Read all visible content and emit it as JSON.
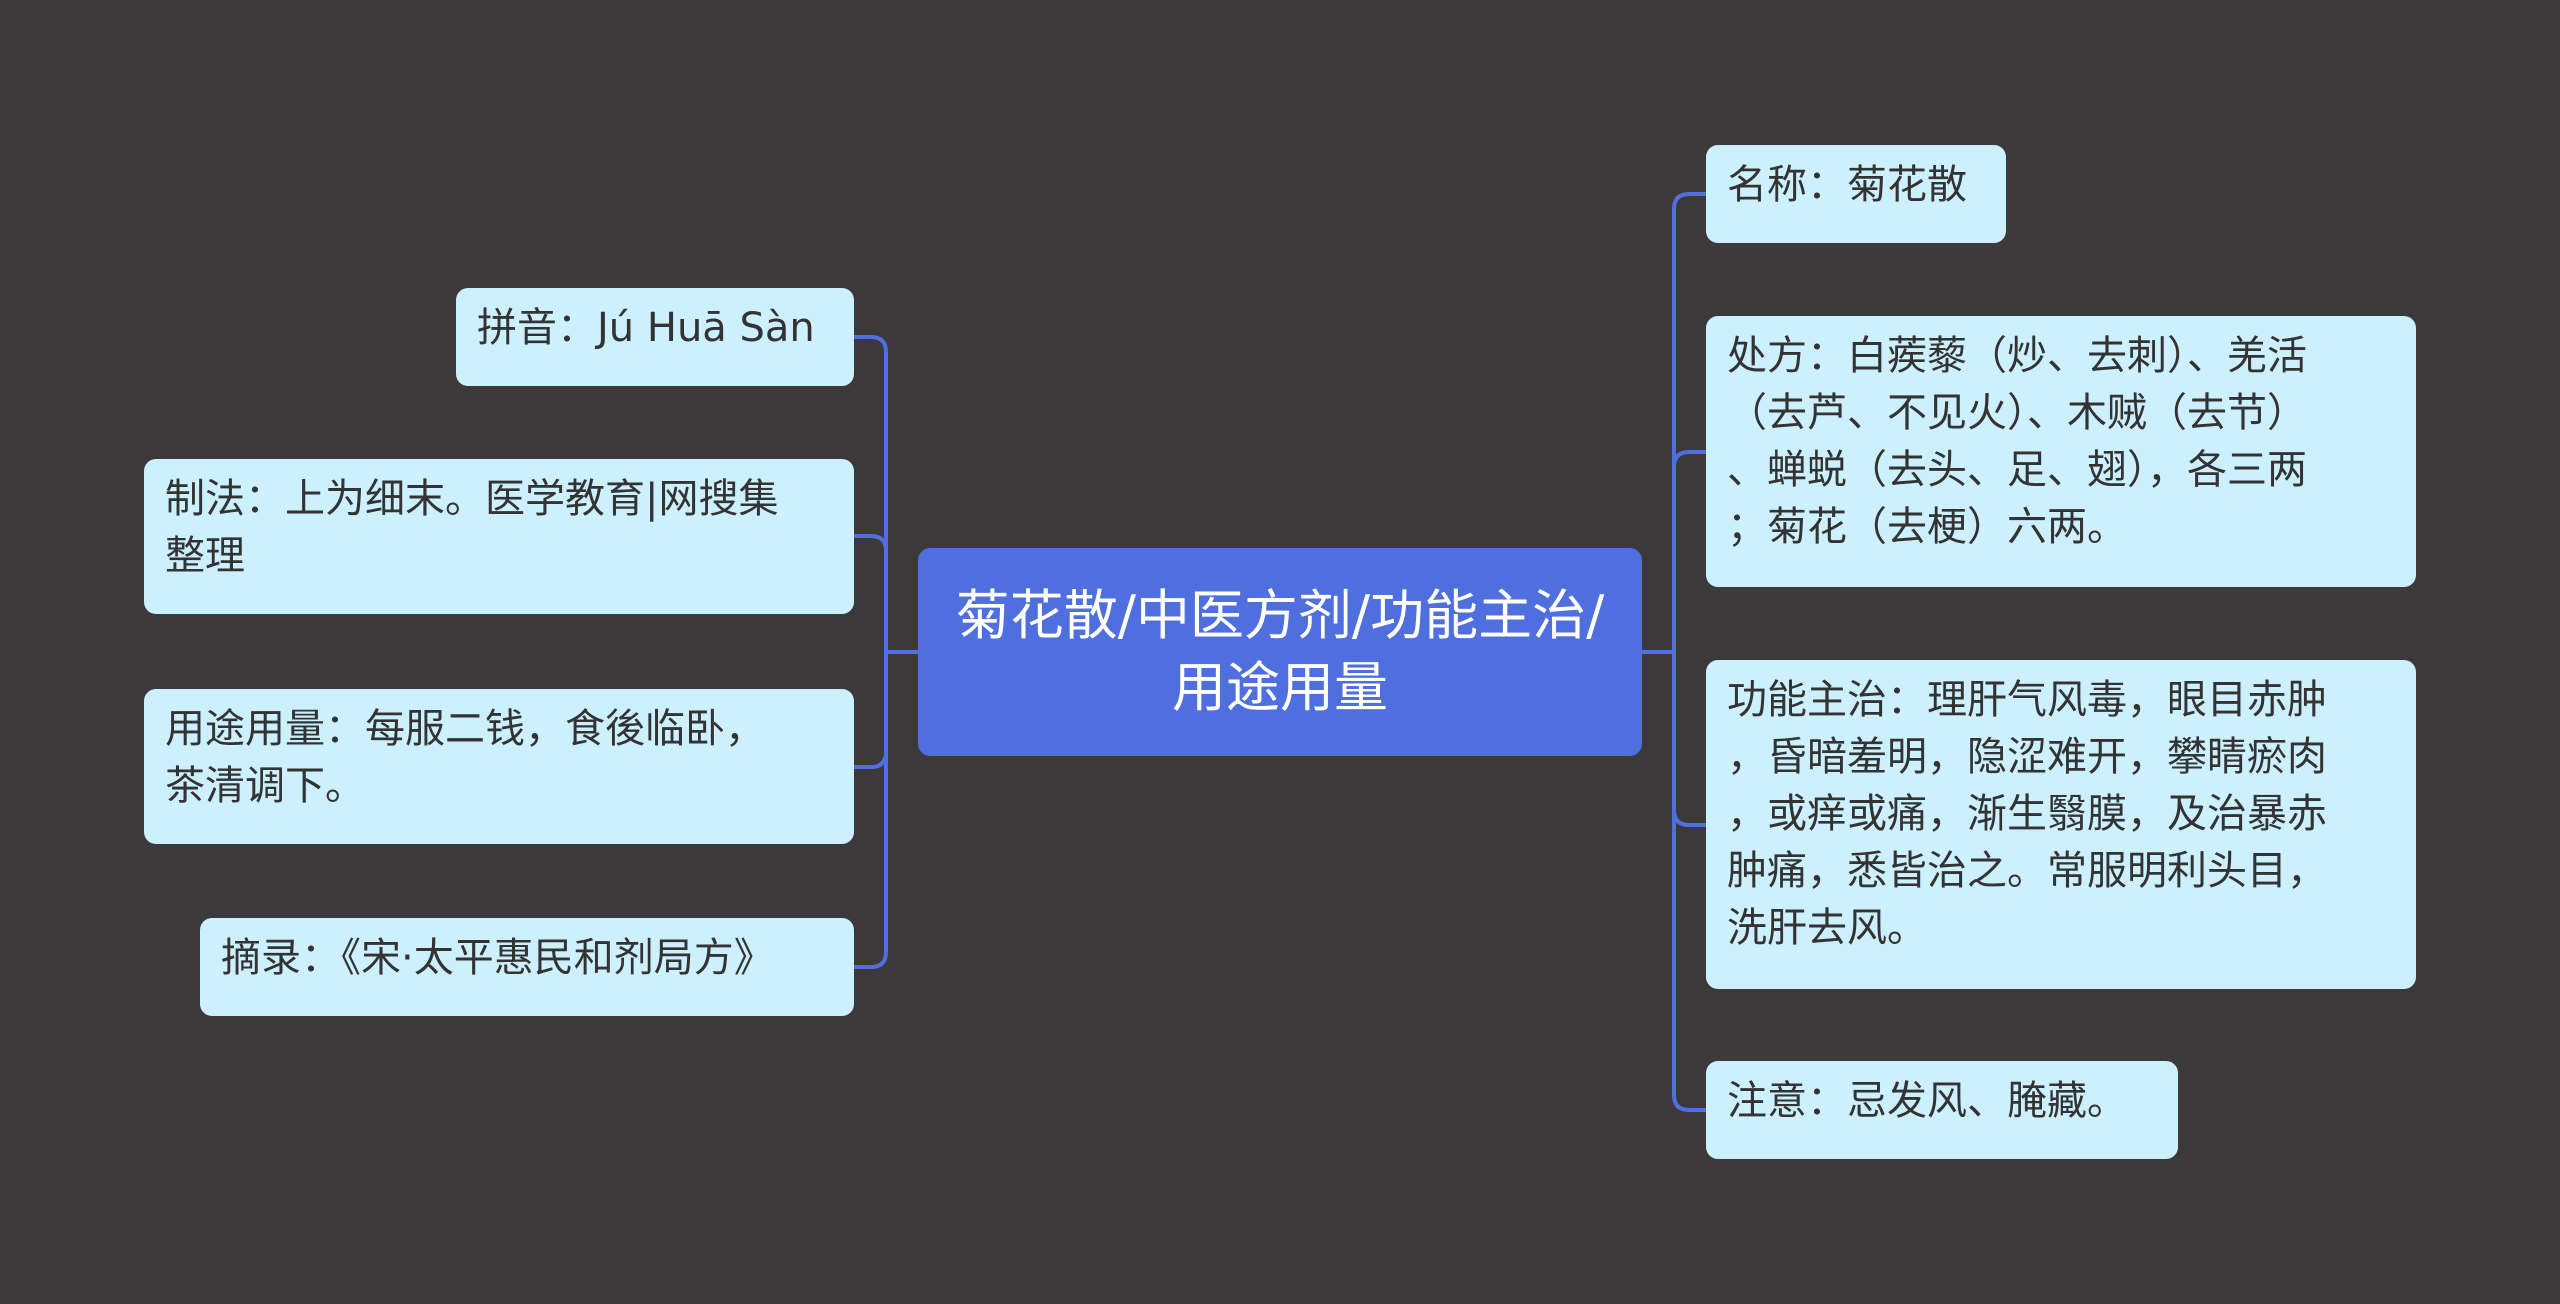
{
  "center_topic": "菊花散/中医方剂/功能主治/用途用量",
  "left_branches": [
    {
      "text": "拼音：Jú Huā Sàn"
    },
    {
      "text": "制法：上为细末。医学教育|网搜集\n整理"
    },
    {
      "text": "用途用量：每服二钱，食後临卧，\n茶清调下。"
    },
    {
      "text": "摘录：《宋·太平惠民和剂局方》"
    }
  ],
  "right_branches": [
    {
      "text": "名称：菊花散"
    },
    {
      "text": "处方：白蒺藜（炒、去刺）、羌活\n（去芦、不见火）、木贼（去节）\n、蝉蜕（去头、足、翅），各三两\n；菊花（去梗）六两。"
    },
    {
      "text": "功能主治：理肝气风毒，眼目赤肿\n，昏暗羞明，隐涩难开，攀睛瘀肉\n，或痒或痛，渐生翳膜，及治暴赤\n肿痛，悉皆治之。常服明利头目，\n洗肝去风。"
    },
    {
      "text": "注意：忌发风、腌藏。"
    }
  ],
  "colors": {
    "background": "#3b393a",
    "center_fill": "#4f6fdf",
    "leaf_fill": "#cdf0fe",
    "connector": "#4f6fdf"
  }
}
